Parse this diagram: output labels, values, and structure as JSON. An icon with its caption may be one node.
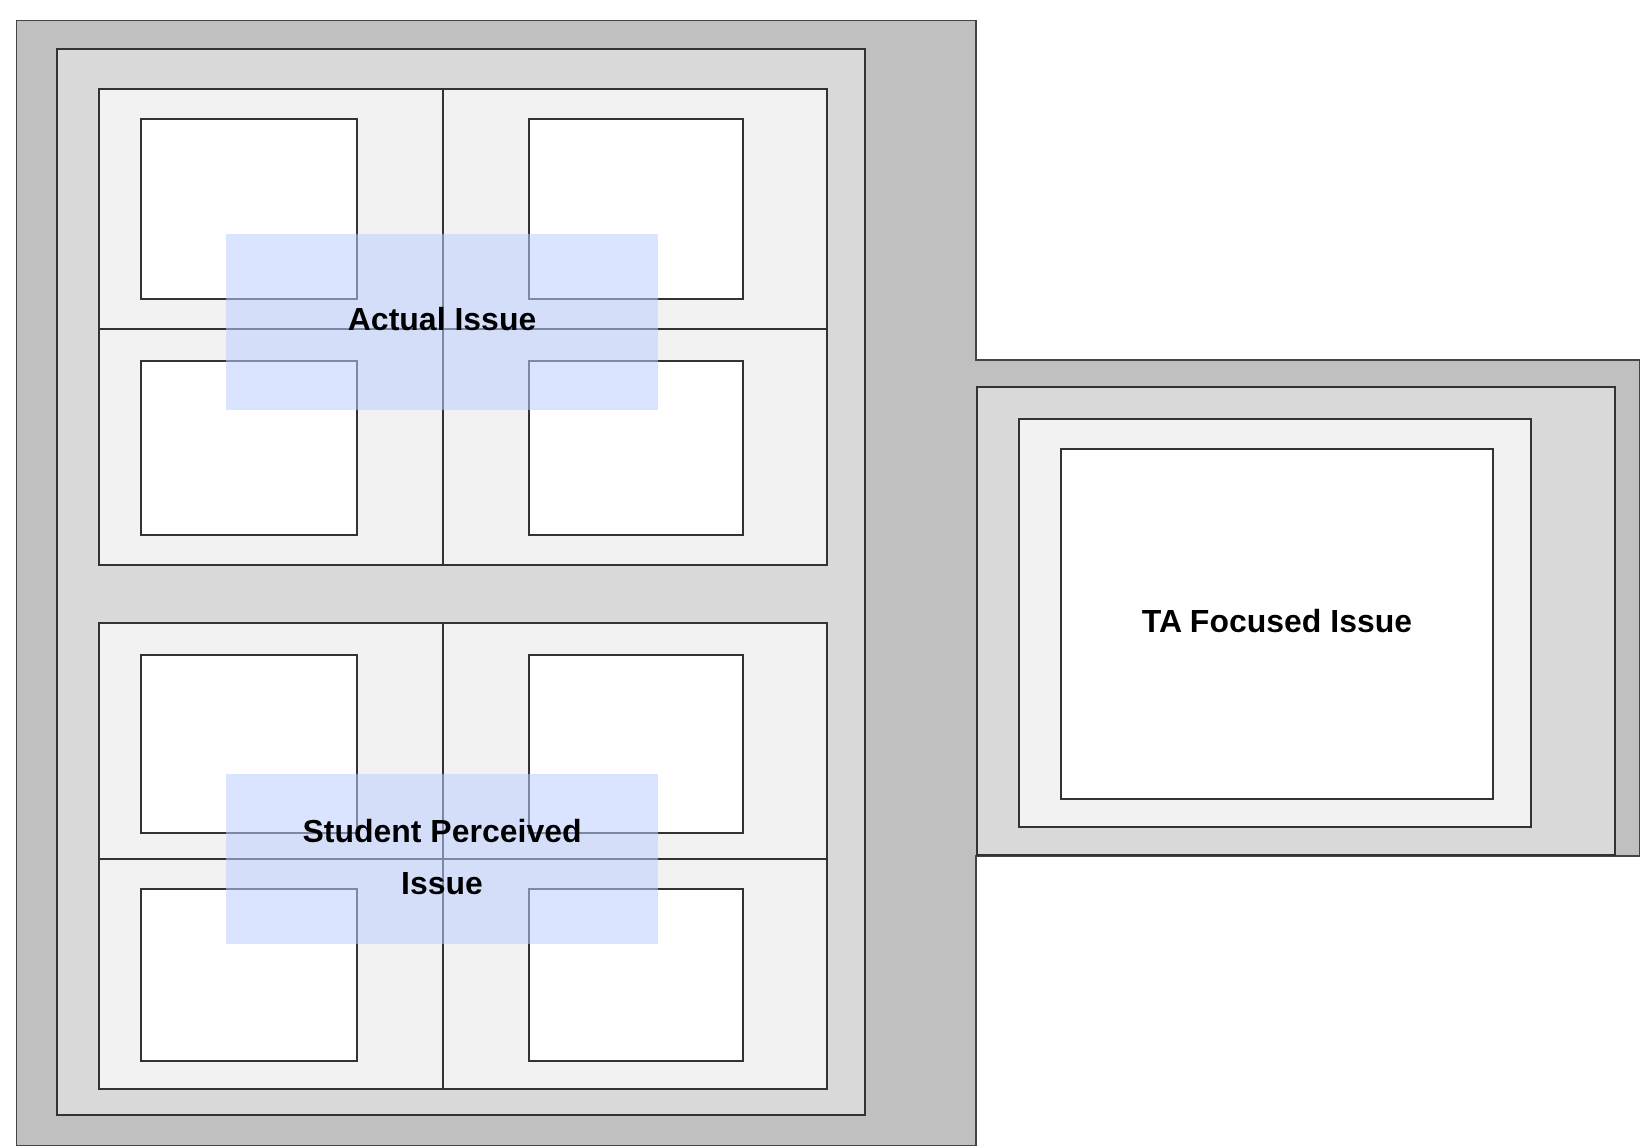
{
  "diagram": {
    "nodes": [
      {
        "text": [],
        "shape": "box"
      },
      {
        "text": [],
        "shape": "box",
        "in": 0
      },
      {
        "text": [],
        "shape": "box",
        "in": 1
      },
      {
        "text": [],
        "shape": "box",
        "in": 2
      },
      {
        "text": [],
        "shape": "box",
        "in": 2
      },
      {
        "text": [],
        "shape": "box",
        "in": 2
      },
      {
        "text": [],
        "shape": "box",
        "in": 2
      },
      {
        "text": [
          "Actual Issue"
        ],
        "in": 2
      },
      {
        "text": [],
        "shape": "box",
        "in": 1
      },
      {
        "text": [],
        "shape": "box",
        "in": 8
      },
      {
        "text": [],
        "shape": "box",
        "in": 8
      },
      {
        "text": [],
        "shape": "box",
        "in": 8
      },
      {
        "text": [],
        "shape": "box",
        "in": 8
      },
      {
        "text": [
          "Student Perceived Issue"
        ],
        "in": 8
      },
      {
        "text": [],
        "shape": "box",
        "in": 0
      },
      {
        "text": [],
        "shape": "box",
        "in": 14
      },
      {
        "text": [
          "TA Focused Issue"
        ],
        "in": 15
      }
    ]
  }
}
